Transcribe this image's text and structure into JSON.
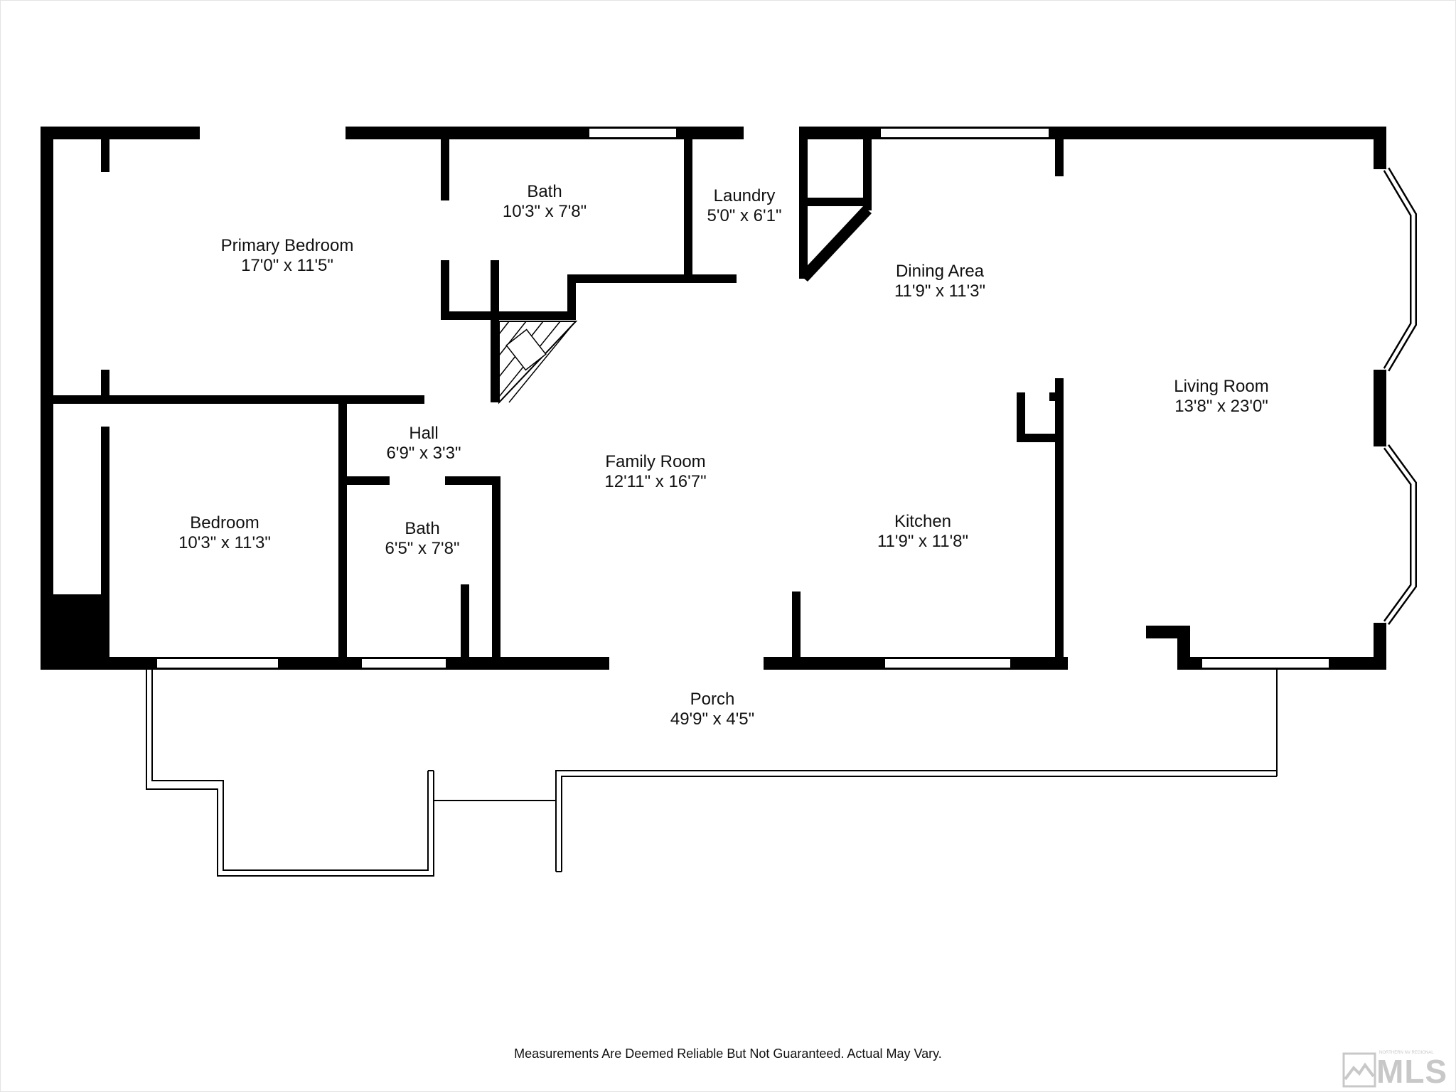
{
  "rooms": [
    {
      "id": "primary-bedroom",
      "name": "Primary Bedroom",
      "size": "17'0\" x 11'5\""
    },
    {
      "id": "bath-upper",
      "name": "Bath",
      "size": "10'3\" x 7'8\""
    },
    {
      "id": "laundry",
      "name": "Laundry",
      "size": "5'0\" x 6'1\""
    },
    {
      "id": "dining-area",
      "name": "Dining Area",
      "size": "11'9\" x 11'3\""
    },
    {
      "id": "living-room",
      "name": "Living Room",
      "size": "13'8\" x 23'0\""
    },
    {
      "id": "hall",
      "name": "Hall",
      "size": "6'9\" x 3'3\""
    },
    {
      "id": "family-room",
      "name": "Family Room",
      "size": "12'11\" x 16'7\""
    },
    {
      "id": "bedroom",
      "name": "Bedroom",
      "size": "10'3\" x 11'3\""
    },
    {
      "id": "bath-lower",
      "name": "Bath",
      "size": "6'5\" x 7'8\""
    },
    {
      "id": "kitchen",
      "name": "Kitchen",
      "size": "11'9\" x 11'8\""
    },
    {
      "id": "porch",
      "name": "Porch",
      "size": "49'9\" x 4'5\""
    }
  ],
  "disclaimer": "Measurements Are Deemed Reliable But Not Guaranteed. Actual May Vary.",
  "logo": {
    "text": "MLS",
    "subtext": "NORTHERN NV REGIONAL"
  },
  "colors": {
    "wall": "#000000",
    "window": "#ffffff",
    "logo": "#c8c8c8"
  }
}
